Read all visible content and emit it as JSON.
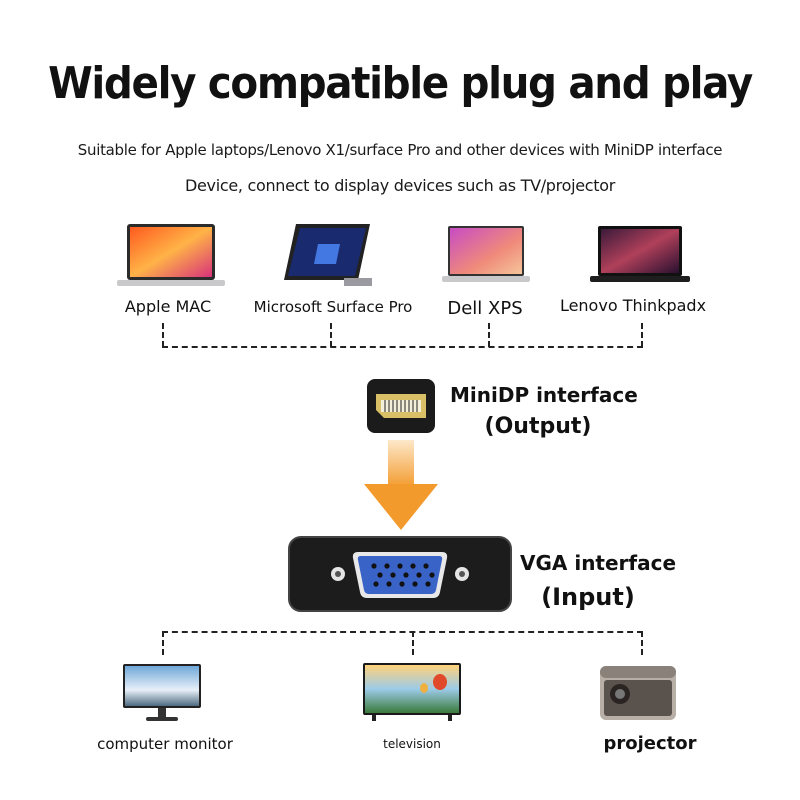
{
  "header": {
    "title": "Widely compatible plug and play",
    "subtitle_line1": "Suitable for Apple laptops/Lenovo X1/surface Pro and other devices with MiniDP interface",
    "subtitle_line2": "Device, connect to display devices such as TV/projector"
  },
  "source_devices": [
    {
      "label": "Apple MAC",
      "icon": "laptop-icon"
    },
    {
      "label": "Microsoft Surface Pro",
      "icon": "tablet-icon"
    },
    {
      "label": "Dell XPS",
      "icon": "laptop-icon"
    },
    {
      "label": "Lenovo Thinkpadx",
      "icon": "laptop-icon"
    }
  ],
  "minidp": {
    "label_line1": "MiniDP interface",
    "label_line2": "(Output)"
  },
  "vga": {
    "label_line1": "VGA interface",
    "label_line2": "(Input)"
  },
  "outputs": [
    {
      "label": "computer monitor",
      "icon": "monitor-icon"
    },
    {
      "label": "television",
      "icon": "tv-icon"
    },
    {
      "label": "projector",
      "icon": "projector-icon"
    }
  ],
  "colors": {
    "arrow": "#f6a23a",
    "vga_port": "#3a63c7",
    "adapter_body": "#1c1c1c"
  }
}
